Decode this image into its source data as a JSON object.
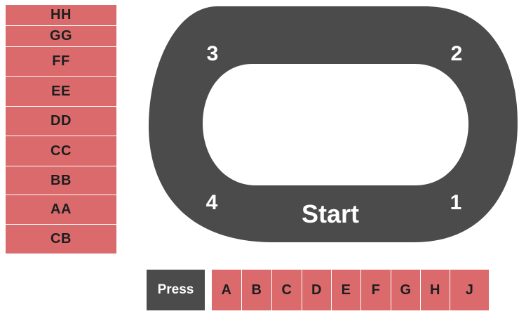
{
  "colors": {
    "section_fill": "#da6a6b",
    "track": "#4b4b4b",
    "press_fill": "#4b4b4b",
    "label_text": "#1e1e1e",
    "track_text": "#ffffff"
  },
  "left_sections": [
    "HH",
    "GG",
    "FF",
    "EE",
    "DD",
    "CC",
    "BB",
    "AA",
    "CB"
  ],
  "track": {
    "turns": {
      "t1": "1",
      "t2": "2",
      "t3": "3",
      "t4": "4"
    },
    "start_label": "Start"
  },
  "press": {
    "label": "Press"
  },
  "bottom_sections": [
    "A",
    "B",
    "C",
    "D",
    "E",
    "F",
    "G",
    "H",
    "J"
  ]
}
